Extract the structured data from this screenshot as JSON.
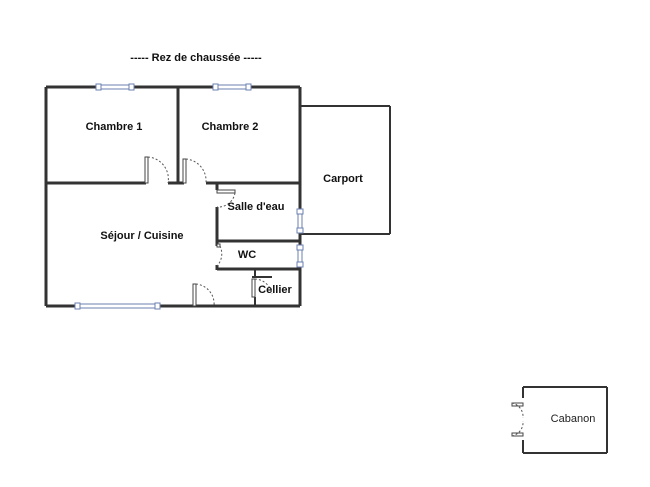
{
  "floor_title": "-----  Rez de chaussée  -----",
  "rooms": {
    "chambre1": "Chambre 1",
    "chambre2": "Chambre 2",
    "carport": "Carport",
    "salle_deau": "Salle d'eau",
    "sejour": "Séjour / Cuisine",
    "wc": "WC",
    "cellier": "Cellier",
    "cabanon": "Cabanon"
  }
}
